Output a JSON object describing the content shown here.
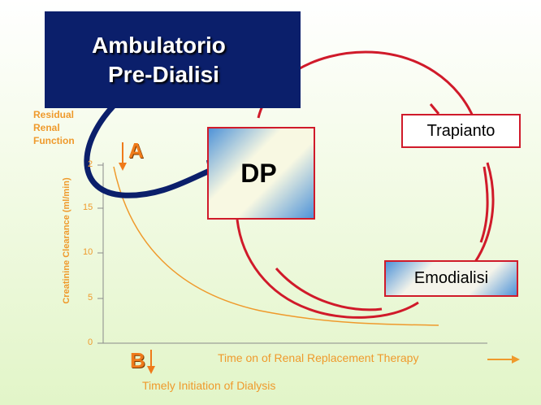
{
  "title": {
    "line1": "Ambulatorio",
    "line2": "Pre-Dialisi"
  },
  "boxes": {
    "dp": "DP",
    "trapianto": "Trapianto",
    "emodialisi": "Emodialisi"
  },
  "graph": {
    "residual_label_lines": [
      "Residual",
      "Renal",
      "Function"
    ],
    "y_axis_label": "Creatinine Clearance (ml/min)",
    "y_ticks": [
      "2",
      "15",
      "10",
      "5",
      "0"
    ],
    "x_axis_label": "Time on of Renal Replacement Therapy",
    "marker_a": "A",
    "marker_b": "B",
    "b_label": "Timely Initiation of Dialysis"
  },
  "colors": {
    "navy": "#0b1f6b",
    "red": "#d01a2a",
    "orange": "#ef9a2c",
    "blue": "#4f93d8"
  }
}
